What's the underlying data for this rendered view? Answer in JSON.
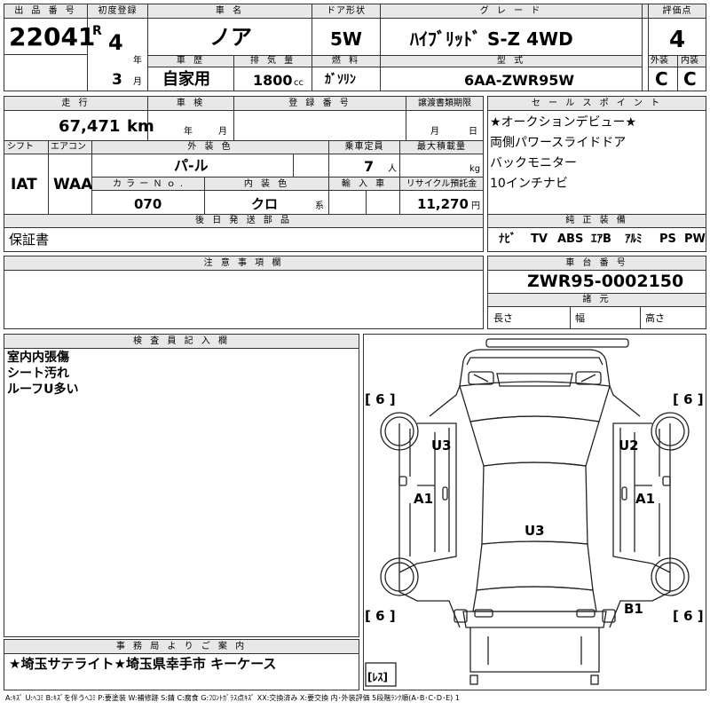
{
  "header": {
    "lot_label": "出 品 番 号",
    "lot_value": "22041",
    "first_reg_label": "初度登録",
    "era": "R",
    "year_value": "4",
    "year_unit": "年",
    "month_value": "3",
    "month_unit": "月",
    "car_name_label": "車 名",
    "car_name_value": "ノア",
    "door_label": "ドア形状",
    "door_value": "5W",
    "grade_label": "グ レ ー ド",
    "grade_value": "ﾊｲﾌﾞﾘｯﾄﾞ S-Z 4WD",
    "score_label": "評価点",
    "score_value": "4",
    "history_label": "車 歴",
    "history_value": "自家用",
    "displacement_label": "排 気 量",
    "displacement_value": "1800",
    "displacement_unit": "cc",
    "fuel_label": "燃 料",
    "fuel_value": "ｶﾞｿﾘﾝ",
    "model_label": "型 式",
    "model_value": "6AA-ZWR95W",
    "exterior_label": "外装",
    "exterior_value": "C",
    "interior_label": "内装",
    "interior_value": "C"
  },
  "row2": {
    "mileage_label": "走 行",
    "mileage_value": "67,471",
    "mileage_unit": "km",
    "inspection_label": "車 検",
    "inspection_year_unit": "年",
    "inspection_month_unit": "月",
    "reg_no_label": "登 録 番 号",
    "transfer_label": "譲渡書類期限",
    "transfer_month_unit": "月",
    "transfer_day_unit": "日"
  },
  "row3": {
    "shift_label": "シフト",
    "shift_value": "IAT",
    "ac_label": "エアコン",
    "ac_value": "WAA",
    "color_label": "外 装 色",
    "color_value": "パ-ル",
    "capacity_label": "乗車定員",
    "capacity_value": "7",
    "capacity_unit": "人",
    "load_label": "最大積載量",
    "load_unit": "kg",
    "color_no_label": "カ ラ ー Ｎ ｏ .",
    "color_no_value": "070",
    "int_color_label": "内 装 色",
    "int_color_value": "クロ",
    "int_color_unit": "系",
    "import_label": "輸 入 車",
    "recycle_label": "リサイクル預託金",
    "recycle_value": "11,270",
    "recycle_unit": "円"
  },
  "sales": {
    "label": "セ ー ル ス ポ イ ン ト",
    "lines": [
      "★オークションデビュー★",
      "両側パワースライドドア",
      "バックモニター",
      "10インチナビ"
    ]
  },
  "later_parts": {
    "label": "後 日 発 送 部 品",
    "value": "保証書"
  },
  "equipment": {
    "label": "純 正 装 備",
    "items": [
      "ﾅﾋﾞ",
      "TV",
      "ABS",
      "ｴｱB",
      "ｱﾙﾐ",
      "PS",
      "PW"
    ]
  },
  "notes": {
    "label": "注 意 事 項 欄"
  },
  "chassis": {
    "label": "車 台 番 号",
    "value": "ZWR95-0002150",
    "specs_label": "諸 元",
    "length_label": "長さ",
    "width_label": "幅",
    "height_label": "高さ"
  },
  "inspector": {
    "label": "検 査 員 記 入 欄",
    "lines": [
      "室内内張傷",
      "シート汚れ",
      "ルーフU多い"
    ]
  },
  "diagram": {
    "tire_fl": "[ 6 ]",
    "tire_fr": "[ 6 ]",
    "tire_rl": "[ 6 ]",
    "tire_rr": "[ 6 ]",
    "spare": "[ﾚｽ]",
    "marks": [
      "U3",
      "U2",
      "A1",
      "A1",
      "U3",
      "B1"
    ]
  },
  "office": {
    "label": "事 務 局 よ り ご 案 内",
    "value": "★埼玉サテライト★埼玉県幸手市 キーケース"
  },
  "legend": "A:ｷｽﾞ U:ﾍｺﾐ B:ｷｽﾞを伴うﾍｺﾐ P:要塗装 W:補修跡 S:錆 C:腐食 G:ﾌﾛﾝﾄｶﾞﾗｽ点ｷｽﾞ XX:交換済み X:要交換 内･外装評価 5段階ﾗﾝｸ順(A･B･C･D･E) 1"
}
